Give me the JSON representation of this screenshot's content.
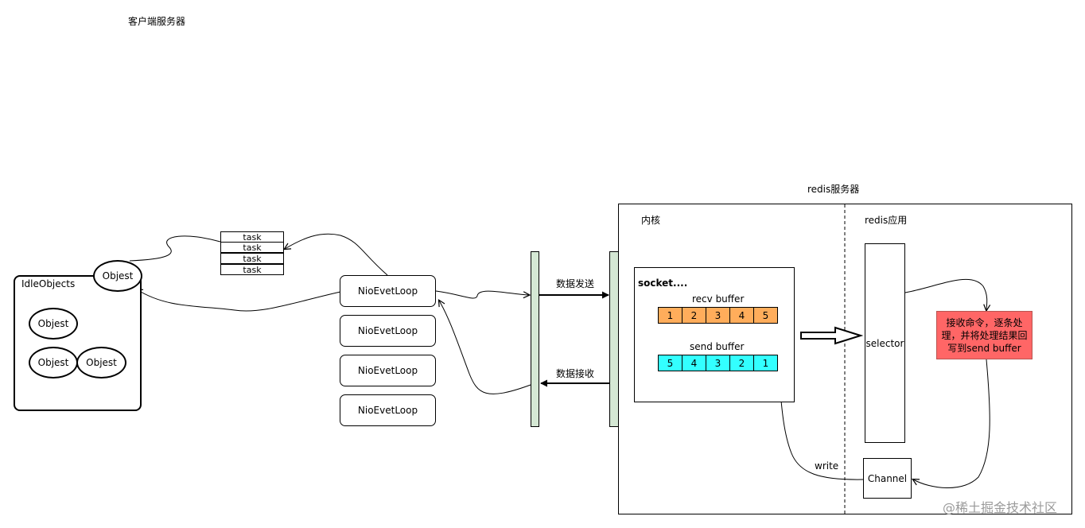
{
  "client": {
    "title": "客户端服务器"
  },
  "idle": {
    "title": "IdleObjects",
    "top_object": "Objest",
    "objects": [
      "Objest",
      "Objest",
      "Objest"
    ]
  },
  "tasks": [
    "task",
    "task",
    "task",
    "task"
  ],
  "event_loops": [
    "NioEvetLoop",
    "NioEvetLoop",
    "NioEvetLoop",
    "NioEvetLoop"
  ],
  "network": {
    "send_label": "数据发送",
    "recv_label": "数据接收"
  },
  "server": {
    "title": "redis服务器",
    "kernel_label": "内核",
    "app_label": "redis应用",
    "socket_title": "socket....",
    "recv_buffer": {
      "label": "recv buffer",
      "cells": [
        "1",
        "2",
        "3",
        "4",
        "5"
      ]
    },
    "send_buffer": {
      "label": "send buffer",
      "cells": [
        "5",
        "4",
        "3",
        "2",
        "1"
      ]
    },
    "selector_label": "selector",
    "process_note": "接收命令，逐条处理，并将处理结果回写到send buffer",
    "channel_label": "Channel",
    "write_label": "write"
  },
  "watermark": "@稀土掘金技术社区",
  "colors": {
    "recv_cells": "#ffad5b",
    "send_cells": "#33ffff",
    "process_note": "#ff6666",
    "divider_bars": "#d5e8d4"
  }
}
